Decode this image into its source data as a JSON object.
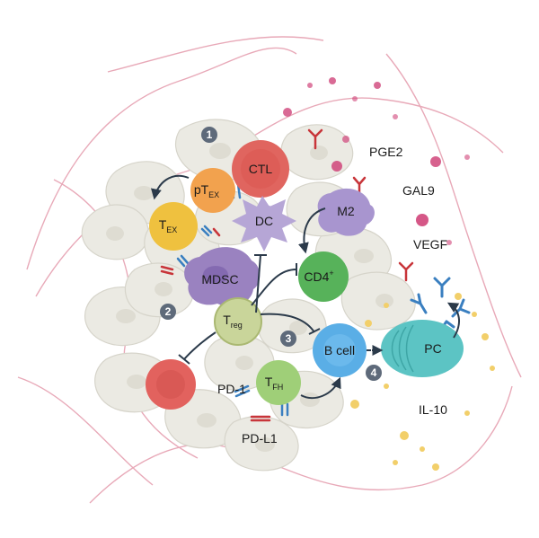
{
  "colors": {
    "background": "#ffffff",
    "fibers": "#e8a9b8",
    "tumor_cell": "#ebeae3",
    "ctl": "#e0655f",
    "ptex": "#f2a24e",
    "tex": "#efc13f",
    "dc": "#b6a6d6",
    "m2": "#a895cf",
    "mdsc": "#9a82c0",
    "cd4": "#57b25a",
    "treg": "#c9d59a",
    "tfh": "#9fcf78",
    "bcell": "#5aaee6",
    "pc": "#5cc4c4",
    "killed_cell": "#e2625e",
    "dots_pink": "#d0457a",
    "dots_yellow": "#f2cf6a",
    "receptor_blue": "#3a7fc0",
    "ligand_red": "#c8353a",
    "number_badge": "#5e6a7a",
    "arrow": "#2b3a4a"
  },
  "cells": {
    "ctl": "CTL",
    "ptex": "pT",
    "ptex_sub": "EX",
    "tex": "T",
    "tex_sub": "EX",
    "dc": "DC",
    "m2": "M2",
    "mdsc": "MDSC",
    "cd4": "CD4",
    "cd4_sup": "+",
    "treg": "T",
    "treg_sub": "reg",
    "tfh": "T",
    "tfh_sub": "FH",
    "bcell": "B cell",
    "pc": "PC"
  },
  "factors": {
    "pge2": "PGE2",
    "gal9": "GAL9",
    "vegf": "VEGF",
    "il10": "IL-10",
    "pd1": "PD-1",
    "pdl1": "PD-L1"
  },
  "steps": [
    "1",
    "2",
    "3",
    "4"
  ]
}
